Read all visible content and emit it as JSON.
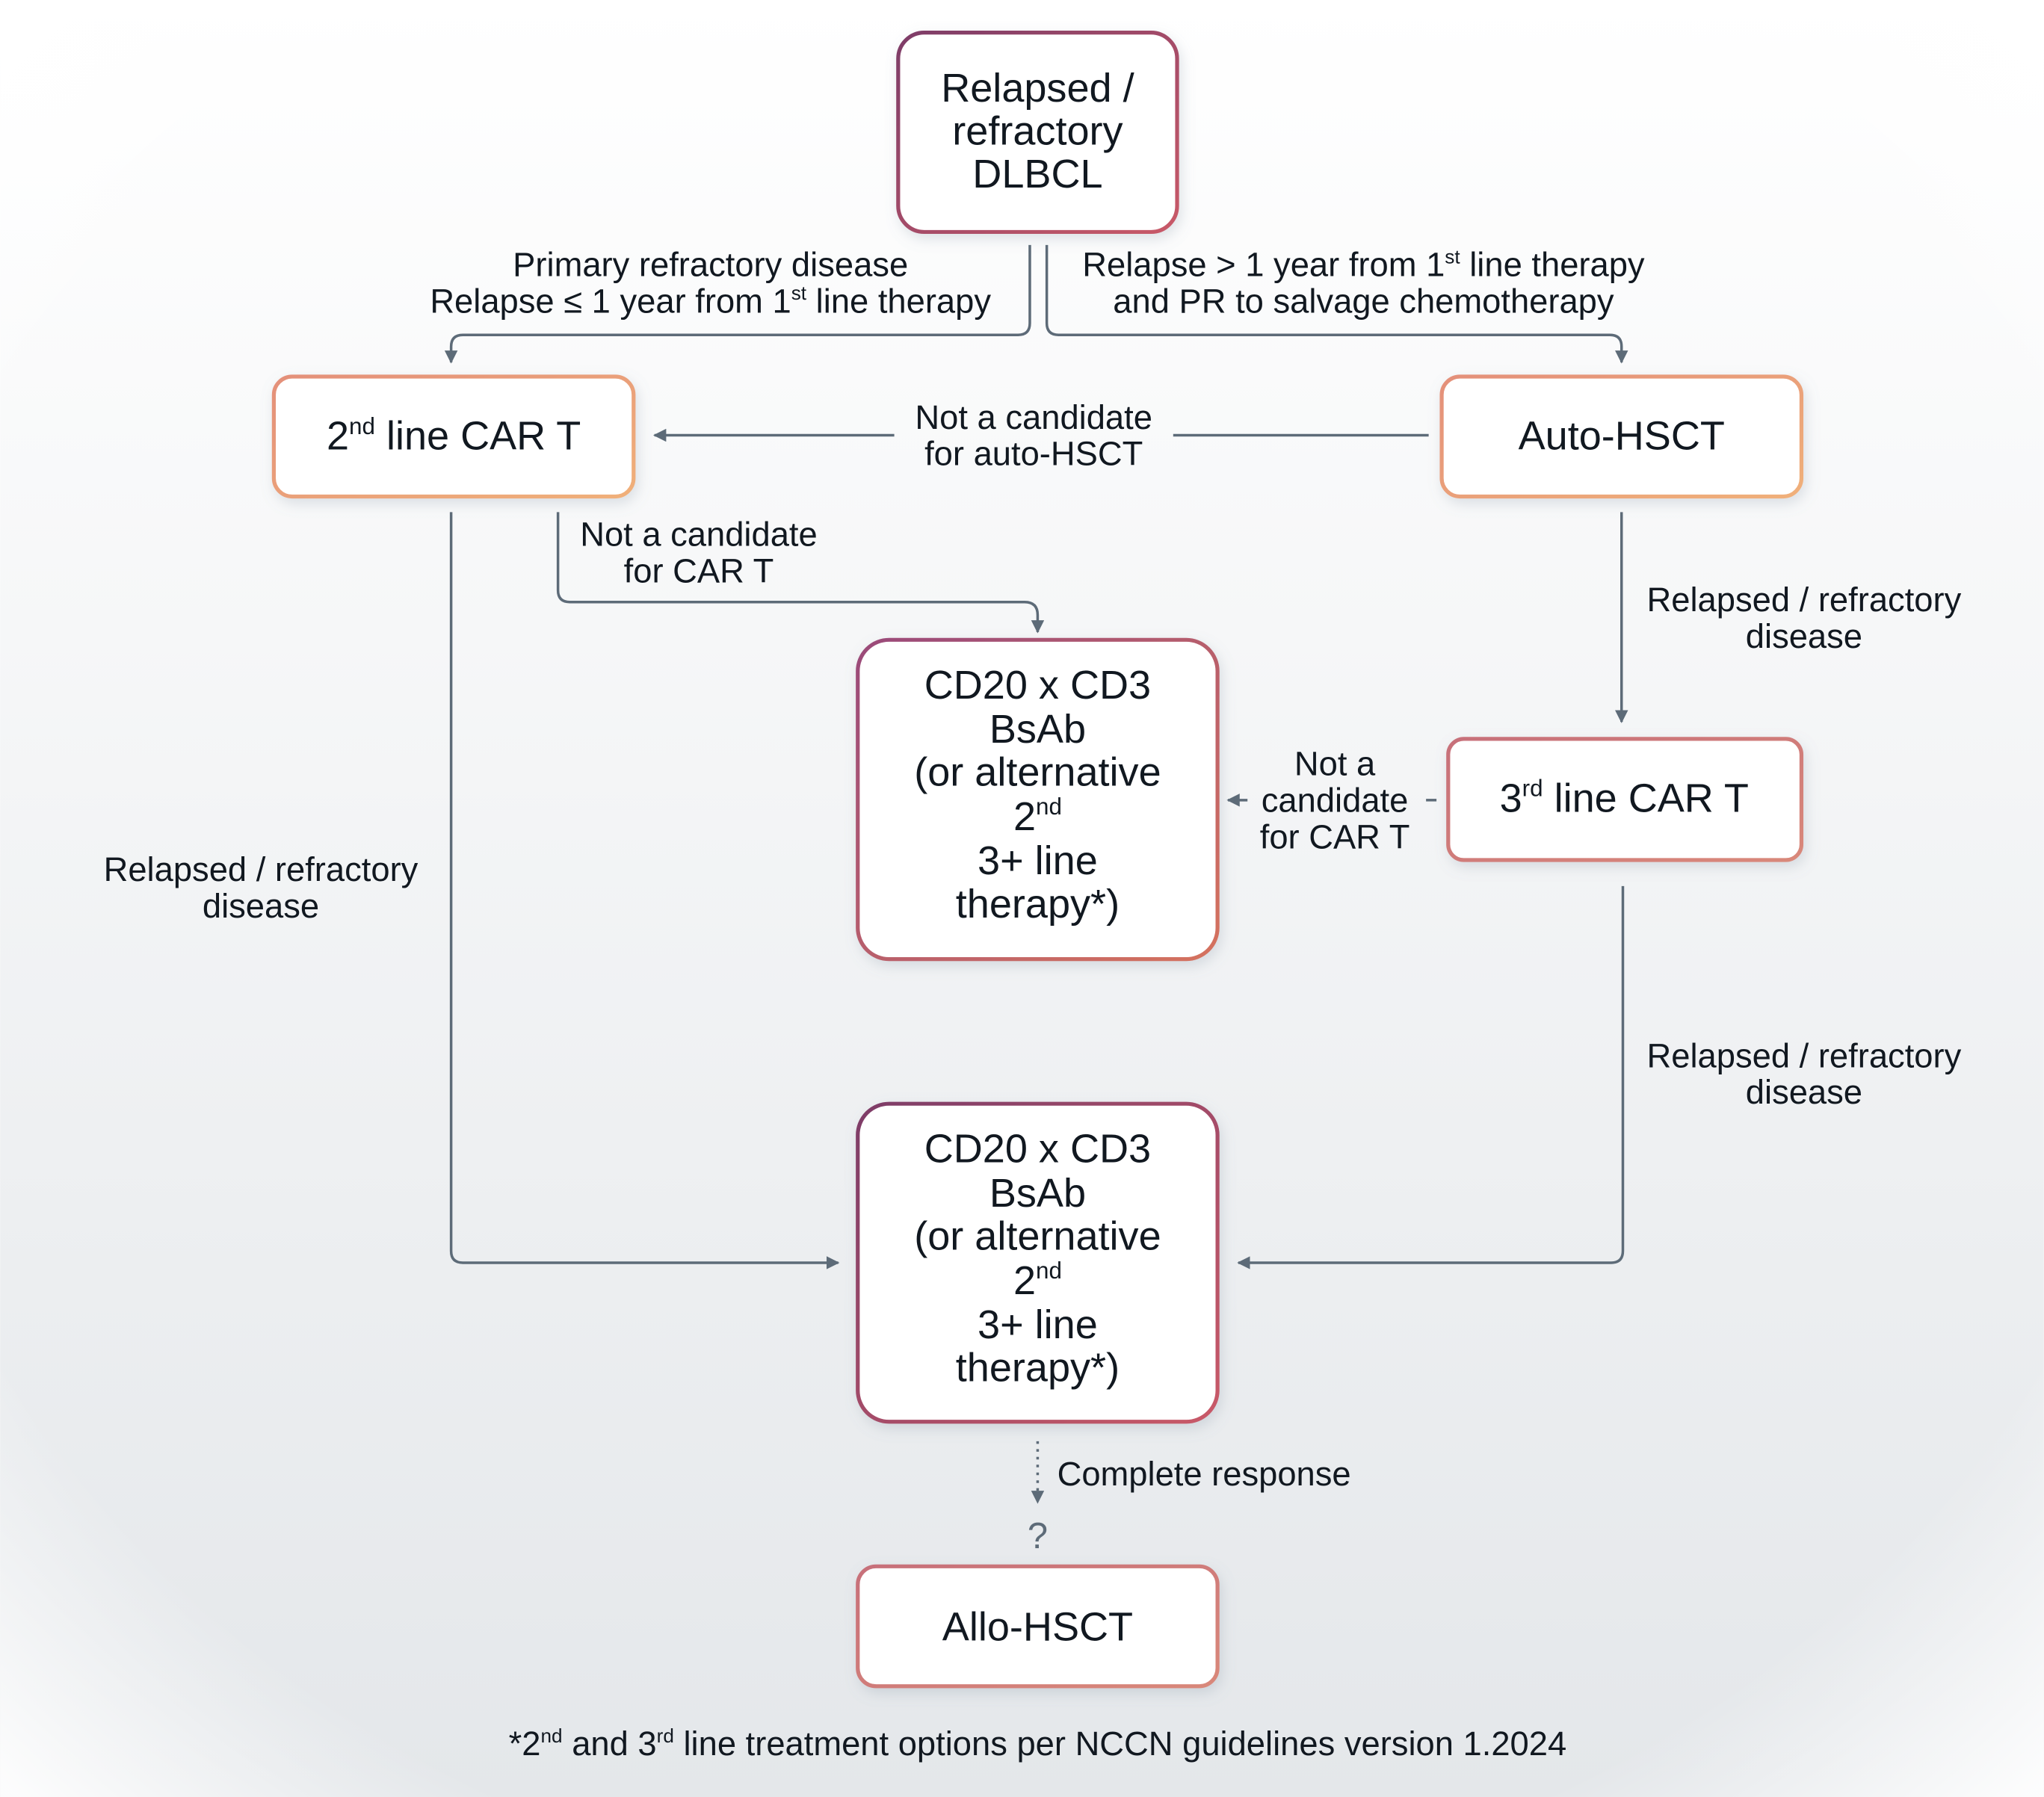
{
  "colors": {
    "line": "#5d6b78",
    "box_border_orange": "#e9a07c",
    "box_border_purple": "#8b3f66",
    "box_border_red": "#c9566a",
    "background_bottom": "#e6e9ec",
    "text": "#111820"
  },
  "nodes": {
    "start": {
      "lines": [
        "Relapsed /",
        "refractory",
        "DLBCL"
      ]
    },
    "car_t_2nd": {
      "num": "2",
      "sup": "nd",
      "rest": " line CAR T"
    },
    "auto_hsct": {
      "label": "Auto-HSCT"
    },
    "car_t_3rd": {
      "num": "3",
      "sup": "rd",
      "rest": " line CAR T"
    },
    "bsab_1": {
      "l1": "CD20 x CD3",
      "l2": "BsAb",
      "l3": "(or alternative",
      "l4_num": "2",
      "l4_sup": "nd",
      "l5": "3+ line",
      "l6": "therapy*)"
    },
    "bsab_2": {
      "l1": "CD20 x CD3",
      "l2": "BsAb",
      "l3": "(or alternative",
      "l4_num": "2",
      "l4_sup": "nd",
      "l5": "3+ line",
      "l6": "therapy*)"
    },
    "allo_hsct": {
      "label": "Allo-HSCT"
    }
  },
  "edges": {
    "primary_refractory": {
      "l1": "Primary refractory disease",
      "l2_a": "Relapse ≤ 1 year from 1",
      "l2_sup": "st",
      "l2_b": " line therapy"
    },
    "late_relapse": {
      "l1_a": "Relapse > 1 year from 1",
      "l1_sup": "st",
      "l1_b": " line therapy",
      "l2": "and PR to salvage chemotherapy"
    },
    "not_candidate_auto": {
      "l1": "Not a candidate",
      "l2": "for auto-HSCT"
    },
    "not_candidate_cart_1": {
      "l1": "Not a candidate",
      "l2": "for CAR T"
    },
    "not_candidate_cart_2": {
      "l1": "Not a",
      "l2": "candidate",
      "l3": "for CAR T"
    },
    "relapsed_auto": {
      "l1": "Relapsed / refractory",
      "l2": "disease"
    },
    "relapsed_left": {
      "l1": "Relapsed / refractory",
      "l2": "disease"
    },
    "relapsed_3rd": {
      "l1": "Relapsed / refractory",
      "l2": "disease"
    },
    "complete_response": {
      "label": "Complete response",
      "mark": "?"
    }
  },
  "footnote": {
    "a": "*2",
    "sup1": "nd",
    "b": " and 3",
    "sup2": "rd",
    "c": " line treatment options per NCCN guidelines version 1.2024"
  }
}
